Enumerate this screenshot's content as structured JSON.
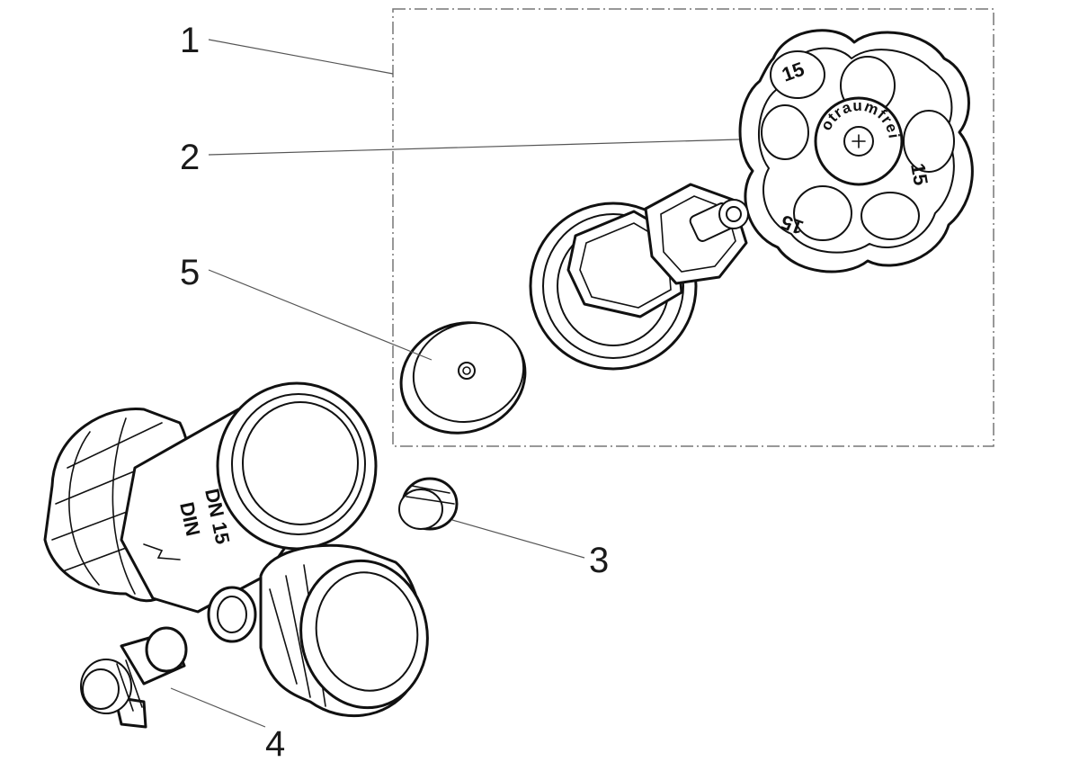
{
  "callouts": {
    "c1": "1",
    "c2": "2",
    "c3": "3",
    "c4": "4",
    "c5": "5"
  },
  "knob": {
    "ring_text": "otraumfrei",
    "numbers": [
      "15",
      "15",
      "15"
    ]
  },
  "body_markings": {
    "line1": "DN 15",
    "line2": "DIN"
  },
  "colors": {
    "line": "#111111",
    "leader": "#555555",
    "frame": "#777777",
    "background": "#ffffff"
  }
}
